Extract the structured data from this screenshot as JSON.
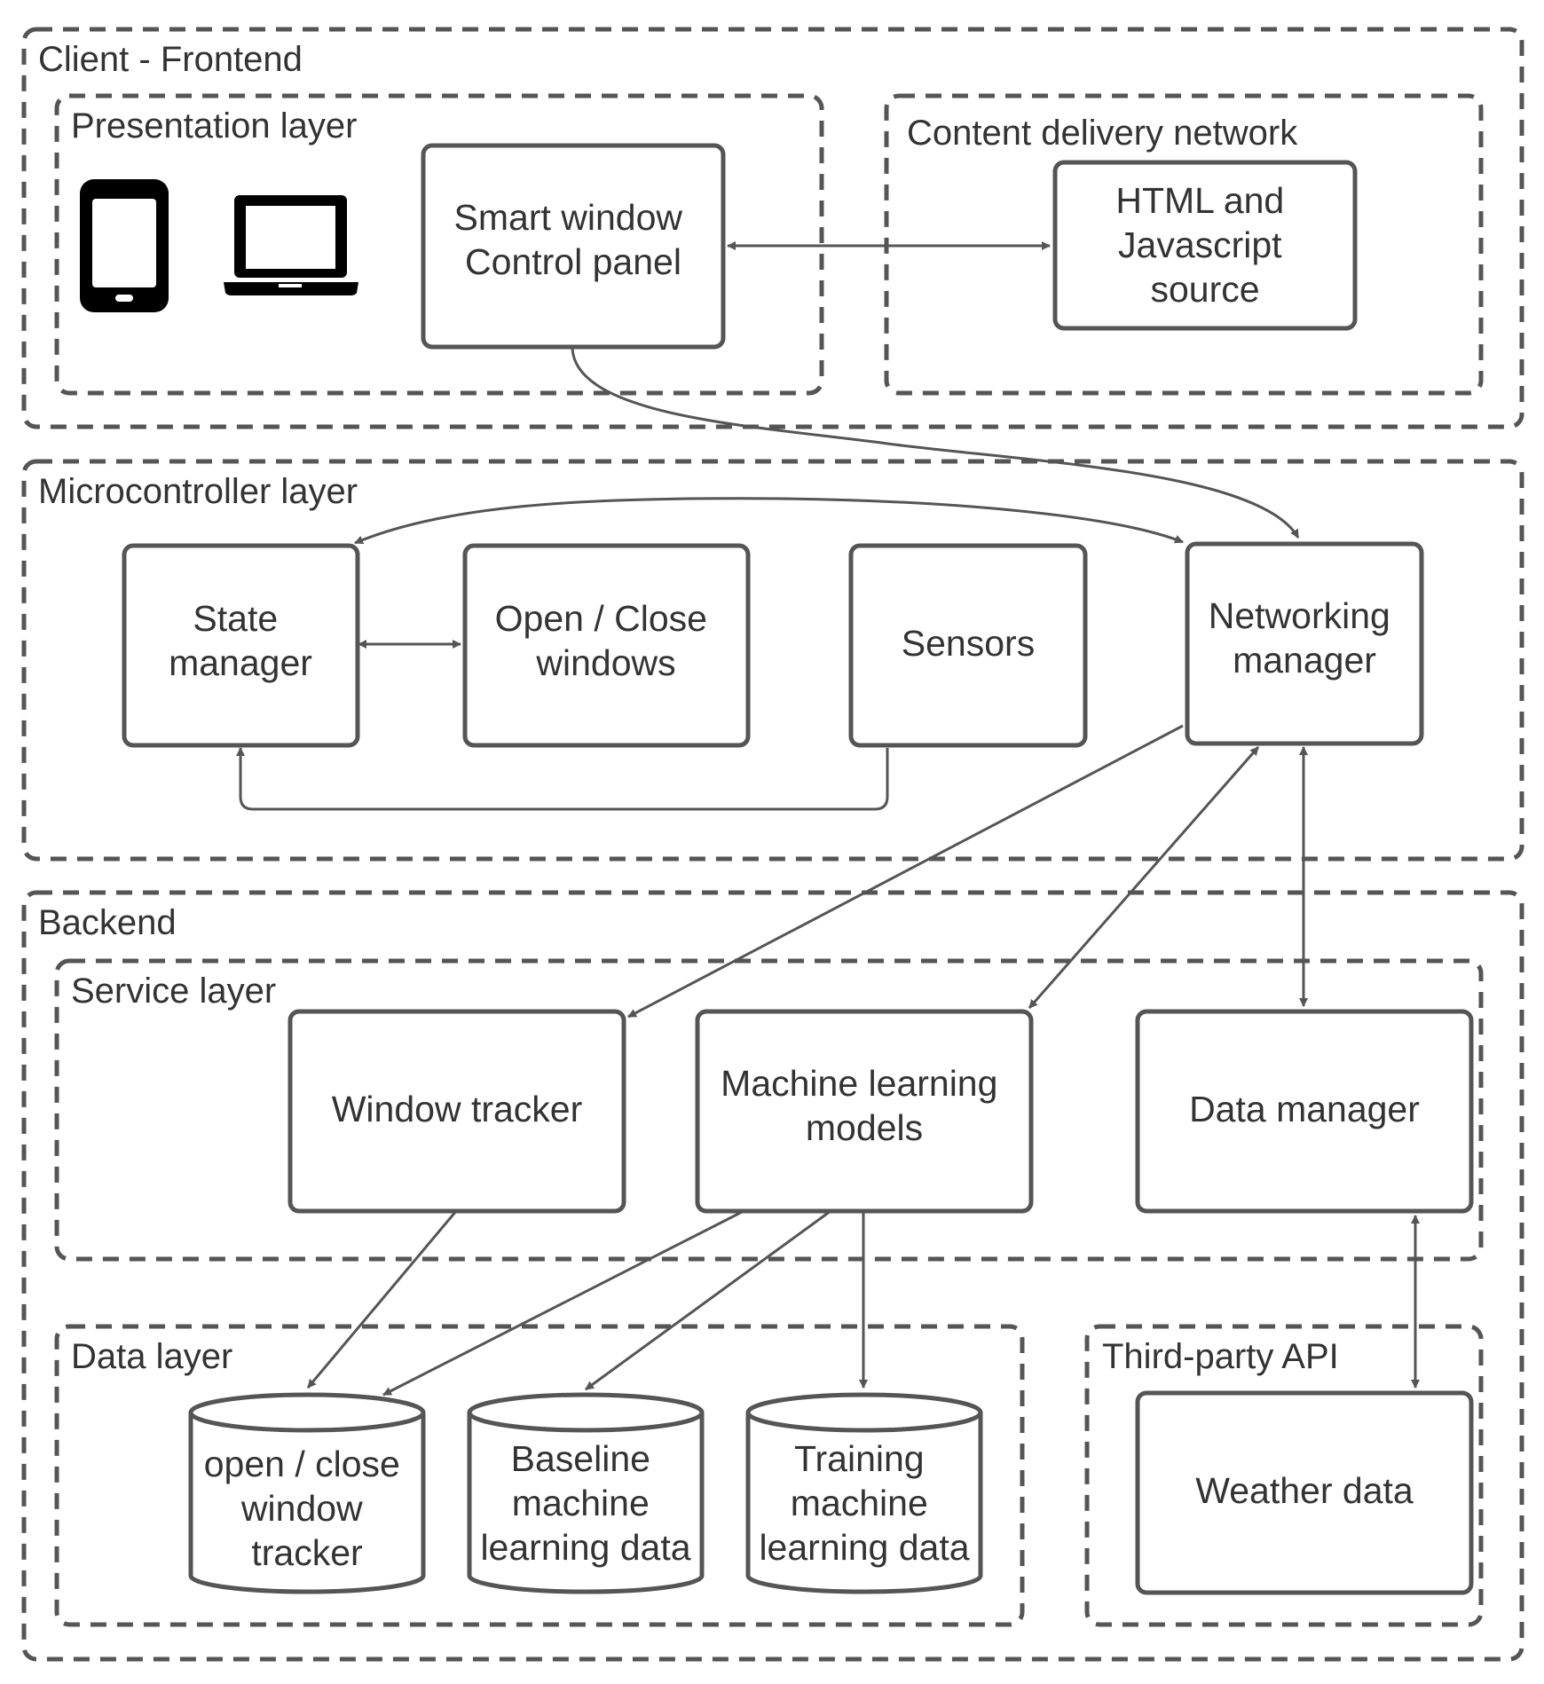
{
  "groups": {
    "client_frontend": "Client - Frontend",
    "presentation_layer": "Presentation layer",
    "cdn": "Content delivery network",
    "microcontroller_layer": "Microcontroller layer",
    "backend": "Backend",
    "service_layer": "Service layer",
    "data_layer": "Data layer",
    "third_party_api": "Third-party API"
  },
  "nodes": {
    "smart_window_control_panel": [
      "Smart window",
      "Control panel"
    ],
    "html_js_source": [
      "HTML and",
      "Javascript",
      "source"
    ],
    "state_manager": [
      "State",
      "manager"
    ],
    "open_close_windows": [
      "Open / Close",
      "windows"
    ],
    "sensors": [
      "Sensors"
    ],
    "networking_manager": [
      "Networking",
      "manager"
    ],
    "window_tracker": [
      "Window tracker"
    ],
    "ml_models": [
      "Machine learning",
      "models"
    ],
    "data_manager": [
      "Data manager"
    ],
    "open_close_tracker_db": [
      "open / close",
      "window",
      "tracker"
    ],
    "baseline_ml_data_db": [
      "Baseline",
      "machine",
      "learning data"
    ],
    "training_ml_data_db": [
      "Training",
      "machine",
      "learning data"
    ],
    "weather_data": [
      "Weather data"
    ]
  },
  "icons": [
    "smartphone-icon",
    "laptop-icon"
  ],
  "colors": {
    "stroke": "#555555",
    "text": "#333333",
    "background": "#ffffff"
  }
}
